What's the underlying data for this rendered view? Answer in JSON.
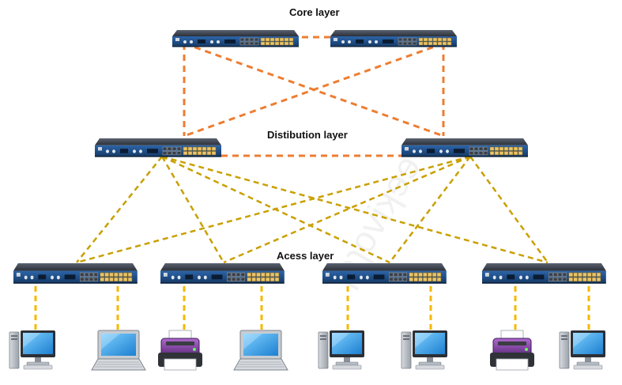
{
  "labels": {
    "core": "Core layer",
    "distribution": "Distibution layer",
    "access": "Acess layer"
  },
  "colors": {
    "core_link": "#ee7d31",
    "dist_link": "#c9a000",
    "access_link": "#f5b800",
    "switch_body": "#2e3440",
    "switch_front": "#1f4f88"
  },
  "layers": {
    "core": {
      "switches": [
        "core-switch-1",
        "core-switch-2"
      ]
    },
    "distribution": {
      "switches": [
        "distribution-switch-1",
        "distribution-switch-2"
      ]
    },
    "access": {
      "switches": [
        "access-switch-1",
        "access-switch-2",
        "access-switch-3",
        "access-switch-4"
      ]
    }
  },
  "devices": [
    {
      "type": "desktop",
      "icon": "desktop-icon",
      "uplink": "access-switch-1"
    },
    {
      "type": "laptop",
      "icon": "laptop-icon",
      "uplink": "access-switch-1"
    },
    {
      "type": "printer",
      "icon": "printer-icon",
      "uplink": "access-switch-2"
    },
    {
      "type": "laptop",
      "icon": "laptop-icon",
      "uplink": "access-switch-2"
    },
    {
      "type": "desktop",
      "icon": "desktop-icon",
      "uplink": "access-switch-3"
    },
    {
      "type": "desktop",
      "icon": "desktop-icon",
      "uplink": "access-switch-3"
    },
    {
      "type": "printer",
      "icon": "printer-icon",
      "uplink": "access-switch-4"
    },
    {
      "type": "desktop",
      "icon": "desktop-icon",
      "uplink": "access-switch-4"
    }
  ]
}
